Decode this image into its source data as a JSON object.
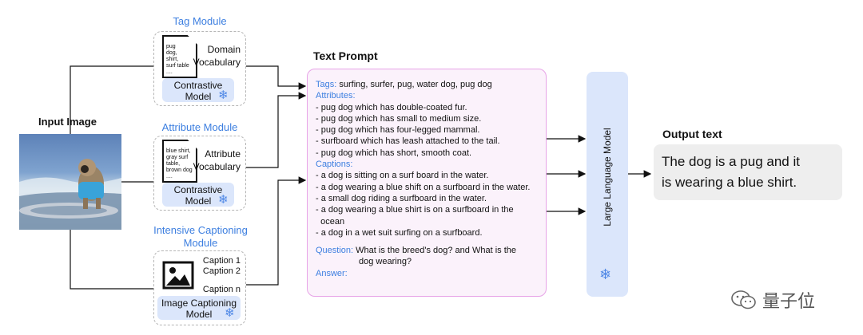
{
  "input": {
    "title": "Input Image"
  },
  "tag_module": {
    "title": "Tag Module",
    "doc_text": "pug\ndog,\nshirt,\nsurf table\n....",
    "vocab": "Domain\nVocabulary",
    "model": "Contrastive\nModel"
  },
  "attribute_module": {
    "title": "Attribute Module",
    "doc_text": "blue shirt,\ngray surf\ntable,\nbrown dog\n....",
    "vocab": "Attribute\nVocabulary",
    "model": "Contrastive\nModel"
  },
  "caption_module": {
    "title": "Intensive Captioning\nModule",
    "captions": [
      "Caption 1",
      "Caption 2",
      "Caption n"
    ],
    "model": "Image Captioning\nModel"
  },
  "prompt": {
    "title": "Text Prompt",
    "tags_label": "Tags:",
    "tags_value": "surfing, surfer, pug, water dog, pug dog",
    "attributes_label": "Attributes:",
    "attributes": [
      "- pug dog which has double-coated fur.",
      "- pug dog which has small to medium size.",
      "- pug dog which has four-legged mammal.",
      "- surfboard which has leash attached to the tail.",
      "- pug dog which has short, smooth coat."
    ],
    "captions_label": "Captions:",
    "captions": [
      "- a dog is sitting on a surf board in the water.",
      "- a dog wearing a blue shift on a surfboard in the water.",
      "- a small dog riding a surfboard in the water.",
      "- a dog wearing a blue shirt is on a surfboard in the",
      "  ocean",
      "- a dog in a wet suit surfing on a surfboard."
    ],
    "question_label": "Question:",
    "question_line1": "What is the breed's dog? and What is the",
    "question_line2": "dog wearing?",
    "answer_label": "Answer:"
  },
  "llm": {
    "label": "Large Language Model"
  },
  "output": {
    "title": "Output text",
    "text_line1": "The dog is a pug and it",
    "text_line2": "is wearing a blue shirt."
  },
  "watermark": {
    "text": "量子位"
  },
  "icons": [
    "snowflake-icon",
    "document-icon",
    "image-icon",
    "wechat-icon"
  ],
  "colors": {
    "accent_blue": "#3d7fe0",
    "pill": "#dbe6fb",
    "prompt_border": "#e7a3e7",
    "prompt_bg": "#fbf2fb",
    "output_bg": "#eeeeee"
  }
}
